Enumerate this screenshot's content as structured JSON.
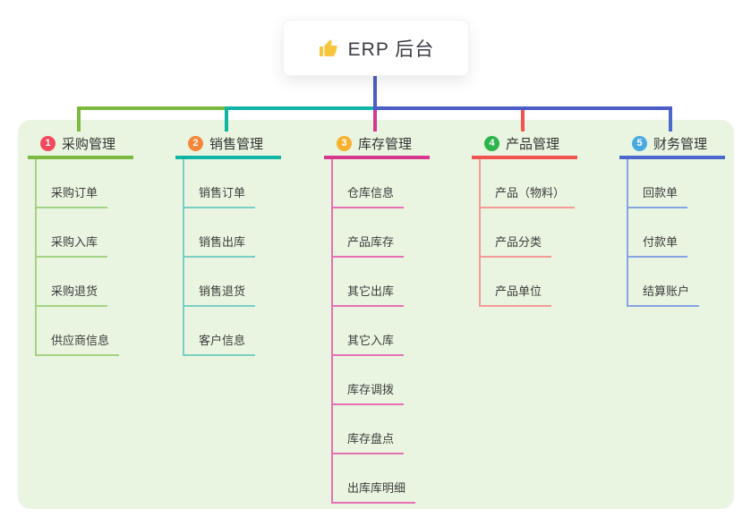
{
  "root": {
    "icon": "thumbs-up-icon",
    "title": "ERP 后台"
  },
  "palette": {
    "panel_bg": "#e9f5e1",
    "root_line": "#4d5cc7",
    "thumb_color": "#f7c53e",
    "text_primary": "#333333"
  },
  "branches": [
    {
      "num": "1",
      "label": "采购管理",
      "badge_color": "#f4495d",
      "line_color": "#7cb93f",
      "child_line_color": "#a5d282",
      "children": [
        "采购订单",
        "采购入库",
        "采购退货",
        "供应商信息"
      ]
    },
    {
      "num": "2",
      "label": "销售管理",
      "badge_color": "#f6863a",
      "line_color": "#10b5a5",
      "child_line_color": "#79cfc4",
      "children": [
        "销售订单",
        "销售出库",
        "销售退货",
        "客户信息"
      ]
    },
    {
      "num": "3",
      "label": "库存管理",
      "badge_color": "#f8b12f",
      "line_color": "#d8378f",
      "child_line_color": "#e96fb4",
      "children": [
        "仓库信息",
        "产品库存",
        "其它出库",
        "其它入库",
        "库存调拨",
        "库存盘点",
        "出库库明细"
      ]
    },
    {
      "num": "4",
      "label": "产品管理",
      "badge_color": "#2db44c",
      "line_color": "#f15351",
      "child_line_color": "#f49a97",
      "children": [
        "产品（物料）",
        "产品分类",
        "产品单位"
      ]
    },
    {
      "num": "5",
      "label": "财务管理",
      "badge_color": "#4aa9e0",
      "line_color": "#4a68cd",
      "child_line_color": "#88a3e2",
      "children": [
        "回款单",
        "付款单",
        "结算账户"
      ]
    }
  ]
}
